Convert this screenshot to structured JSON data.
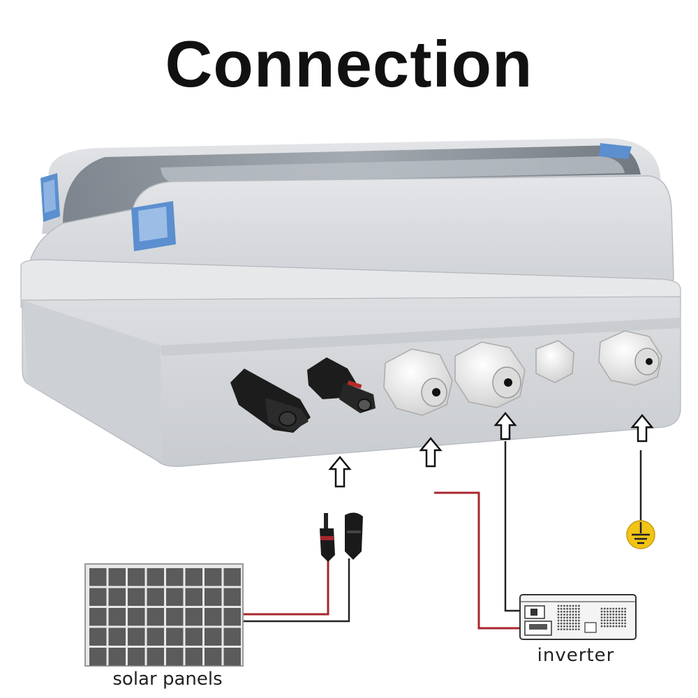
{
  "title": "Connection",
  "labels": {
    "solar_panels": "solar panels",
    "inverter": "inverter"
  },
  "colors": {
    "enclosure": "#d9dce0",
    "cover_tint": "#7d8690",
    "latch_blue": "#5b8fcf",
    "gland": "#eeeeee",
    "connector": "#1c1c1c",
    "wire_red": "#a8262e",
    "wire_black": "#222222",
    "ground": "#f2c417",
    "panel_cell": "#5b5b5b"
  },
  "ports": [
    "mc4-connector-negative",
    "mc4-connector-positive",
    "cable-gland-1",
    "cable-gland-2",
    "blanking-plug",
    "cable-gland-3"
  ]
}
